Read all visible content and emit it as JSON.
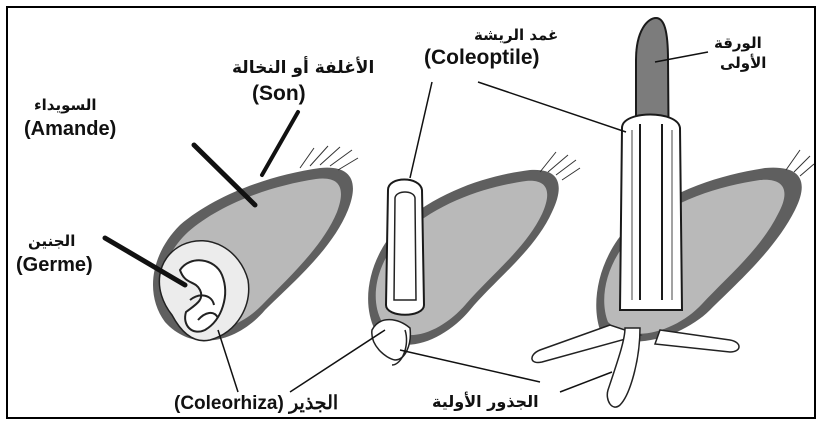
{
  "labels": {
    "endosperm_ar": "السويداء",
    "endosperm_fr": "(Amande)",
    "bran_ar": "الأغلفة أو النخالة",
    "bran_fr": "(Son)",
    "germ_ar": "الجنين",
    "germ_fr": "(Germe)",
    "coleoptile_ar": "غمد الريشة",
    "coleoptile_fr": "(Coleoptile)",
    "first_leaf_ar_1": "الورقة",
    "first_leaf_ar_2": "الأولى",
    "coleorhiza": "(Coleorhiza) الجذير",
    "primary_roots_ar": "الجذور الأولية"
  },
  "colors": {
    "husk": "#5f5f5f",
    "endosperm": "#b9b9b9",
    "germ_area": "#ececec",
    "leaf": "#7c7c7c",
    "outline": "#1a1a1a"
  }
}
